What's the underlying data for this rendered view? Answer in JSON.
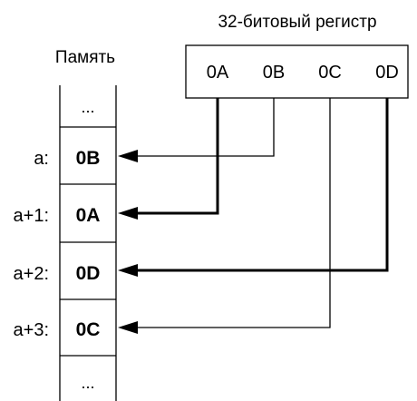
{
  "register": {
    "title": "32-битовый регистр",
    "bytes": [
      "0A",
      "0B",
      "0C",
      "0D"
    ]
  },
  "memory": {
    "title": "Память",
    "ellipsis_top": "...",
    "ellipsis_bottom": "...",
    "cells": [
      {
        "address": "a:",
        "value": "0B"
      },
      {
        "address": "a+1:",
        "value": "0A"
      },
      {
        "address": "a+2:",
        "value": "0D"
      },
      {
        "address": "a+3:",
        "value": "0C"
      }
    ]
  },
  "colors": {
    "stroke": "#000000",
    "background": "#ffffff"
  }
}
